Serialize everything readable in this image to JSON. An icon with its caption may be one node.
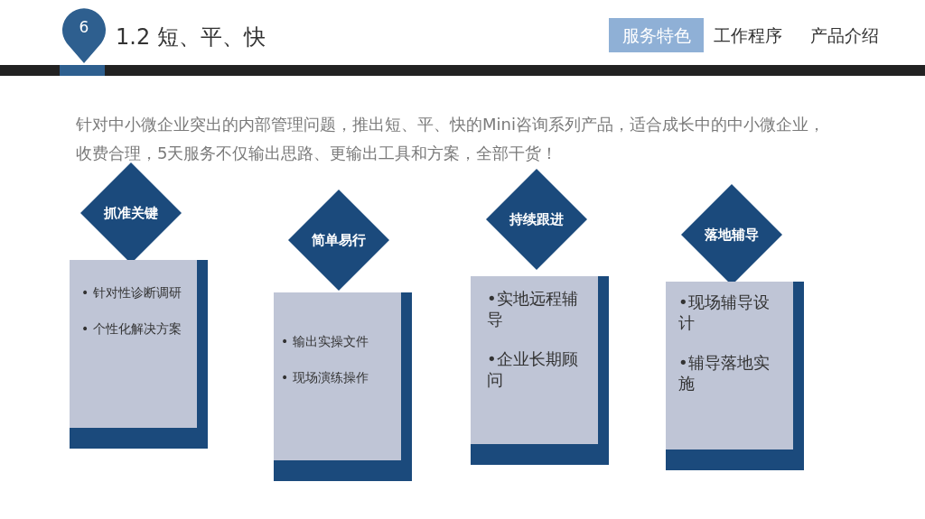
{
  "diagram": {
    "title": "1.2 短、平、快",
    "nodes": [
      {
        "text": [
          "抓准关键"
        ]
      },
      {
        "text": [
          "• 针对性诊断调研",
          "• 个性化解决方案"
        ]
      },
      {
        "text": [
          "简单易行"
        ]
      },
      {
        "text": [
          "• 输出实操文件",
          "• 现场演练操作"
        ]
      },
      {
        "text": [
          "持续跟进"
        ]
      },
      {
        "text": [
          "•实地远程辅导",
          "•企业长期顾问"
        ]
      },
      {
        "text": [
          "落地辅导"
        ]
      },
      {
        "text": [
          "•现场辅导设计",
          "•辅导落地实施"
        ]
      }
    ],
    "labels": [
      "6",
      "服务特色",
      "工作程序",
      "产品介绍",
      "针对中小微企业突出的内部管理问题，推出短、平、快的Mini咨询系列产品，适合成长中的中小微企业，收费合理，5天服务不仅输出思路、更输出工具和方案，全部干货！"
    ]
  }
}
